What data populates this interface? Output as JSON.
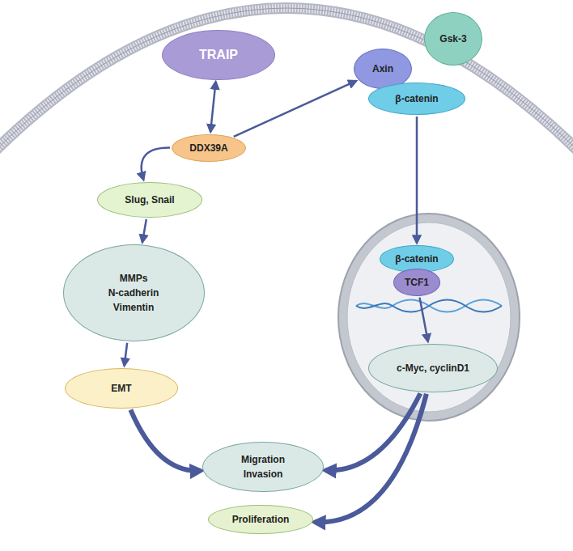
{
  "diagram": {
    "nodes": [
      {
        "text": [
          "TRAIP"
        ]
      },
      {
        "text": [
          "DDX39A"
        ]
      },
      {
        "text": [
          "Slug, Snail"
        ]
      },
      {
        "text": [
          "MMPs",
          "N-cadherin",
          "Vimentin"
        ]
      },
      {
        "text": [
          "EMT"
        ]
      },
      {
        "text": [
          "Gsk-3"
        ]
      },
      {
        "text": [
          "Axin"
        ]
      },
      {
        "text": [
          "β-catenin"
        ]
      },
      {
        "text": [
          "β-catenin"
        ]
      },
      {
        "text": [
          "TCF1"
        ]
      },
      {
        "text": [
          "c-Myc, cyclinD1"
        ]
      },
      {
        "text": [
          "Migration",
          "Invasion"
        ]
      },
      {
        "text": [
          "Proliferation"
        ]
      }
    ],
    "edges": [
      {
        "from": 0,
        "to": 1,
        "arrow": "both"
      },
      {
        "from": 1,
        "to": 2,
        "arrow": "to"
      },
      {
        "from": 2,
        "to": 3,
        "arrow": "to"
      },
      {
        "from": 3,
        "to": 4,
        "arrow": "to"
      },
      {
        "from": 4,
        "to": 11,
        "arrow": "to"
      },
      {
        "from": 1,
        "to": 6,
        "arrow": "to"
      },
      {
        "from": 7,
        "to": 8,
        "arrow": "to"
      },
      {
        "from": 9,
        "to": 10,
        "arrow": "to"
      },
      {
        "from": 10,
        "to": 11,
        "arrow": "to"
      },
      {
        "from": 10,
        "to": 12,
        "arrow": "to"
      }
    ]
  }
}
